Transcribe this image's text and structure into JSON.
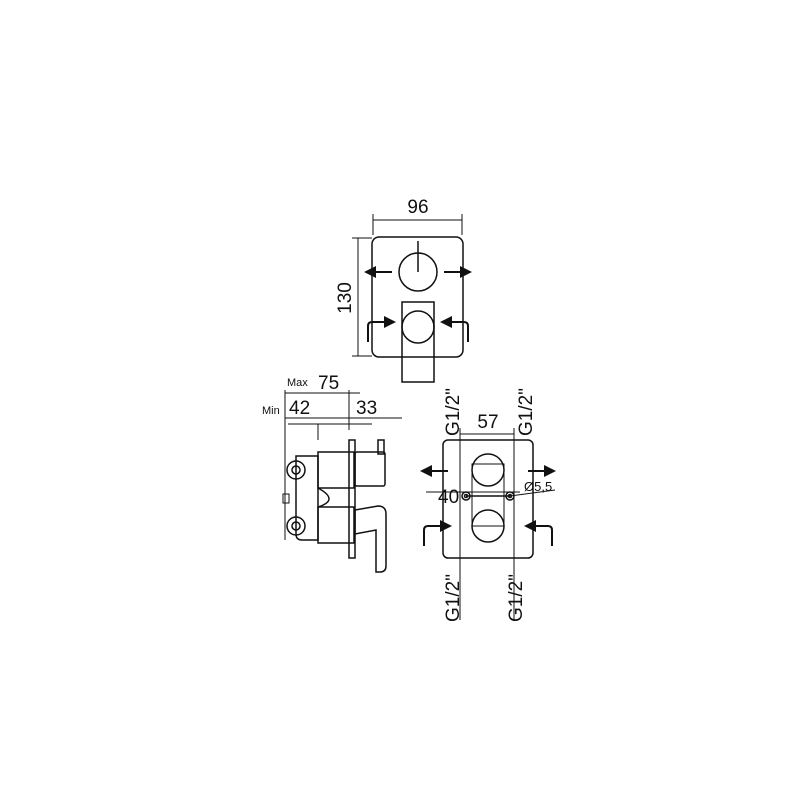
{
  "front_view": {
    "width_label": "96",
    "height_label": "130"
  },
  "side_view": {
    "max_prefix": "Max",
    "max_value": "75",
    "min_prefix": "Min",
    "min_value": "42",
    "offset_value": "33"
  },
  "rear_view": {
    "top_left_thread": "G1/2\"",
    "top_right_thread": "G1/2\"",
    "spacing_label": "57",
    "vertical_label": "40",
    "hole_label": "Ø5,5",
    "bottom_left_thread": "G1/2\"",
    "bottom_right_thread": "G1/2\""
  }
}
